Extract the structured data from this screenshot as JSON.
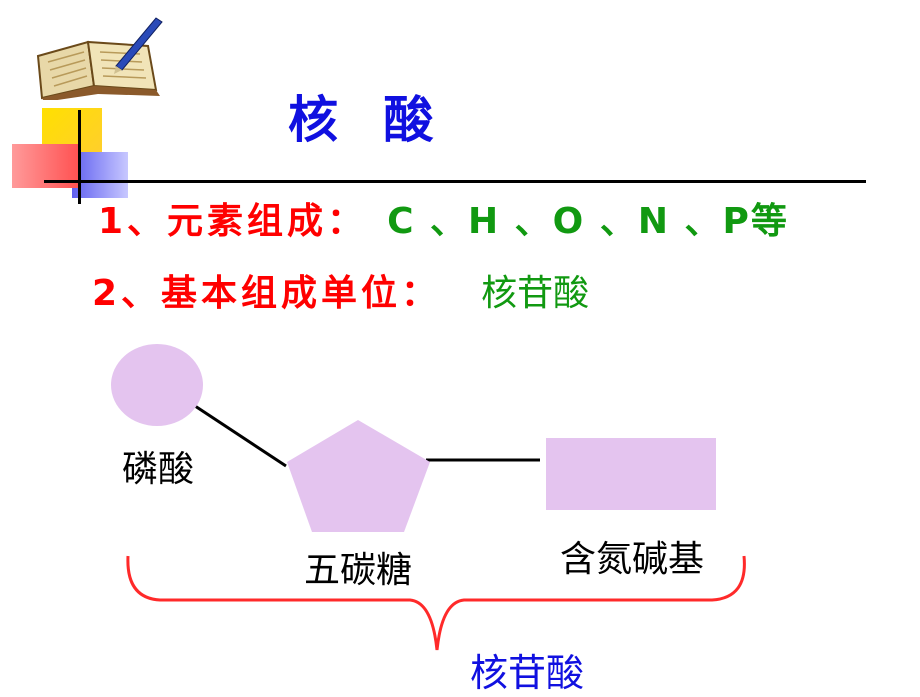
{
  "slide": {
    "title": "核 酸",
    "point1": {
      "label": "1、元素组成：",
      "value": "C 、H 、O 、N 、P等"
    },
    "point2": {
      "label": "2、基本组成单位：",
      "value": "核苷酸"
    }
  },
  "diagram": {
    "phosphate_label": "磷酸",
    "sugar_label": "五碳糖",
    "base_label": "含氮碱基",
    "group_label": "核苷酸",
    "shape_color": "#e4c4ef",
    "brace_color": "#ff2a2a"
  },
  "decor": {
    "icon": "open-book-with-pen-icon",
    "accent_yellow": "#ffd700",
    "accent_red": "#ff6666",
    "accent_blue": "#8080ff"
  }
}
